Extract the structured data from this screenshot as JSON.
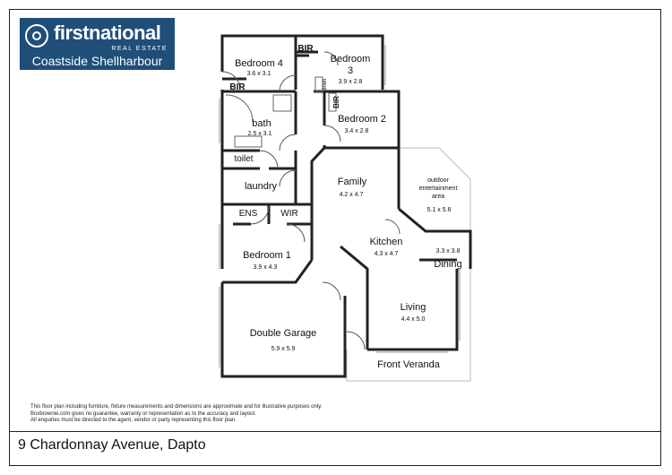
{
  "agency": {
    "brand": "firstnational",
    "tagline": "REAL ESTATE",
    "office": "Coastside Shellharbour",
    "brand_color": "#1f4e79"
  },
  "rooms": [
    {
      "id": "bedroom-4",
      "name": "Bedroom 4",
      "size": "3.6 x 3.1"
    },
    {
      "id": "bedroom-3",
      "name": "Bedroom 3",
      "size": "3.9 x 2.8"
    },
    {
      "id": "bedroom-2",
      "name": "Bedroom 2",
      "size": "3.4 x 2.8"
    },
    {
      "id": "bath",
      "name": "bath",
      "size": "2.5 x 3.1"
    },
    {
      "id": "toilet",
      "name": "toilet",
      "size": ""
    },
    {
      "id": "laundry",
      "name": "laundry",
      "size": ""
    },
    {
      "id": "family",
      "name": "Family",
      "size": "4.2 x 4.7"
    },
    {
      "id": "outdoor",
      "name": "outdoor entertainment area",
      "size": "5.1 x 5.6"
    },
    {
      "id": "ens",
      "name": "ENS",
      "size": ""
    },
    {
      "id": "wir",
      "name": "WIR",
      "size": ""
    },
    {
      "id": "kitchen",
      "name": "Kitchen",
      "size": "4.3 x 4.7"
    },
    {
      "id": "dining",
      "name": "Dining",
      "size": "3.3 x 3.8"
    },
    {
      "id": "bedroom-1",
      "name": "Bedroom 1",
      "size": "3.9 x 4.3"
    },
    {
      "id": "living",
      "name": "Living",
      "size": "4.4 x 5.0"
    },
    {
      "id": "double-garage",
      "name": "Double Garage",
      "size": "5.9 x 5.9"
    },
    {
      "id": "front-veranda",
      "name": "Front Veranda",
      "size": ""
    }
  ],
  "labels": {
    "bir_top": "BIR",
    "bir_left": "BIR",
    "bir_vertical": "BIR",
    "linen": "linen",
    "outdoor_line1": "outdoor",
    "outdoor_line2": "entertainment",
    "outdoor_line3": "area",
    "bedroom3_line1": "Bedroom",
    "bedroom3_line2": "3"
  },
  "disclaimer": [
    "This floor plan including furniture, fixture measurements and dimensions are approximate and for illustrative purposes only.",
    "Boxbrownie.com gives no guarantee, warranty or representation as to the accuracy and layout.",
    "All enquiries must be directed to the agent, vendor or party representing this floor plan."
  ],
  "address": "9 Chardonnay Avenue, Dapto"
}
